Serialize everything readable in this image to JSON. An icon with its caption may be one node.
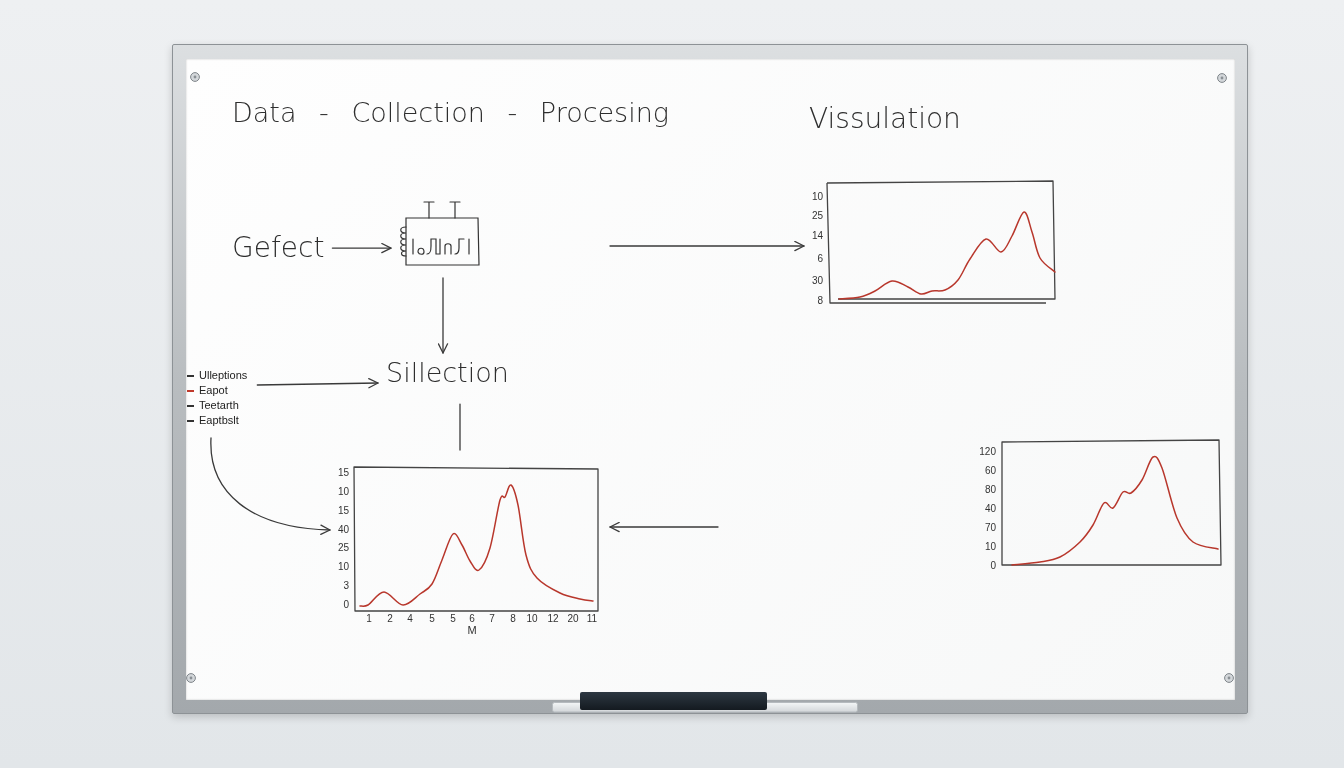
{
  "diagram": {
    "title": "Data - Collection - Procesing",
    "nodes": [
      {
        "text": [
          "Gefect"
        ]
      },
      {
        "text": [],
        "shape": "picture"
      },
      {
        "text": [
          "10",
          "25",
          "14",
          "6",
          "30",
          "8"
        ]
      },
      {
        "text": [
          "Ulleptions",
          "Eapot",
          "Teetarth",
          "Eaptbslt"
        ]
      },
      {
        "text": [
          "Sillection"
        ]
      },
      {
        "text": [
          "15",
          "10",
          "15",
          "40",
          "25",
          "10",
          "3",
          "0",
          "1",
          "2",
          "4",
          "5",
          "5",
          "6",
          "7",
          "8",
          "10",
          "12",
          "20",
          "11",
          "M"
        ]
      },
      {
        "text": [
          "120",
          "60",
          "80",
          "40",
          "70",
          "10",
          "0"
        ]
      }
    ],
    "edges": [
      {
        "from": 0,
        "to": 1,
        "arrow": "to"
      },
      {
        "from": 1,
        "to": 4,
        "arrow": "to"
      },
      {
        "from": null,
        "to": 2,
        "arrow": "to"
      },
      {
        "from": 3,
        "to": 4,
        "arrow": "to"
      },
      {
        "from": 4,
        "to": 5,
        "arrow": "none"
      },
      {
        "from": 3,
        "to": 5,
        "arrow": "to"
      },
      {
        "from": null,
        "to": 5,
        "arrow": "to"
      }
    ],
    "labels": [
      "Vissulation"
    ]
  }
}
